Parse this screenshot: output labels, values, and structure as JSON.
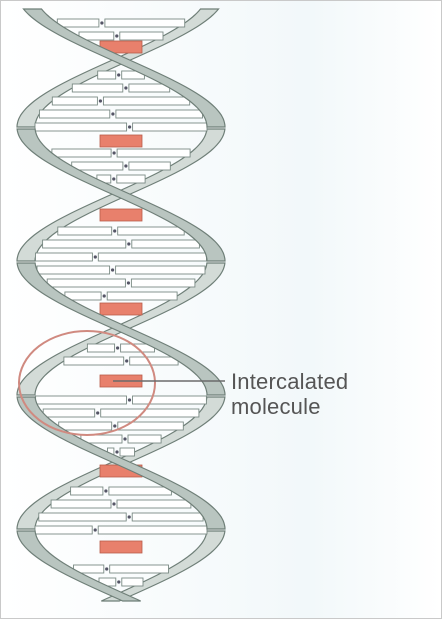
{
  "label": {
    "line1": "Intercalated",
    "line2": "molecule"
  },
  "colors": {
    "strand_fill": "#b9c5c0",
    "strand_edge": "#6f7f78",
    "base_pair_fill": "#ffffff",
    "base_pair_edge": "#7a8a84",
    "intercalated_fill": "#e8806c",
    "circle_stroke": "#d08a80",
    "pointer_line": "#6b6b6b"
  },
  "intercalated_molecule_count": 7
}
